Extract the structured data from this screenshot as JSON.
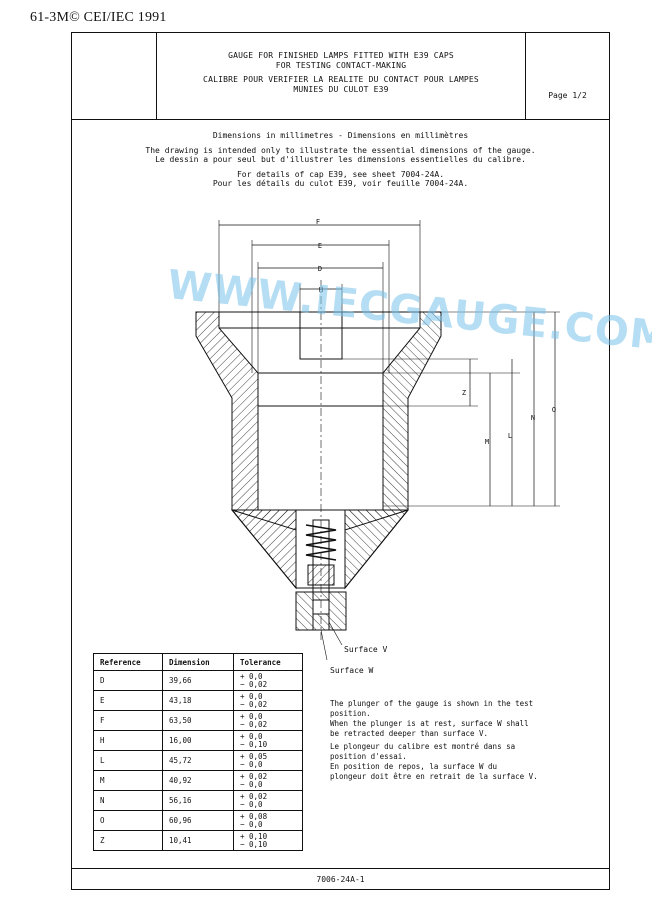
{
  "top_mark": "61-3M© CEI/IEC 1991",
  "header": {
    "title_en_1": "GAUGE FOR FINISHED LAMPS FITTED WITH E39 CAPS",
    "title_en_2": "FOR TESTING CONTACT-MAKING",
    "title_fr_1": "CALIBRE POUR VERIFIER LA REALITE DU CONTACT POUR LAMPES",
    "title_fr_2": "MUNIES DU CULOT E39",
    "page": "Page 1/2"
  },
  "intro": {
    "dimensions": "Dimensions in millimetres - Dimensions en millimètres",
    "drawing_en": "The drawing is intended only to illustrate the essential dimensions of the gauge.",
    "drawing_fr": "Le dessin a pour seul but d'illustrer les dimensions essentielles du calibre.",
    "cap_en": "For details of cap E39, see sheet 7004-24A.",
    "cap_fr": "Pour les détails du culot E39, voir feuille 7004-24A."
  },
  "watermark": "WWW.IECGAUGE.COM",
  "drawing_labels": {
    "F": "F",
    "E": "E",
    "D": "D",
    "H": "H",
    "Z": "Z",
    "M": "M",
    "L": "L",
    "N": "N",
    "O": "O",
    "surface_v": "Surface V",
    "surface_w": "Surface W"
  },
  "table": {
    "headers": [
      "Reference",
      "Dimension",
      "Tolerance"
    ],
    "rows": [
      {
        "ref": "D",
        "dim": "39,66",
        "tol_plus": "+ 0,0",
        "tol_minus": "− 0,02"
      },
      {
        "ref": "E",
        "dim": "43,18",
        "tol_plus": "+ 0,0",
        "tol_minus": "− 0,02"
      },
      {
        "ref": "F",
        "dim": "63,50",
        "tol_plus": "+ 0,0",
        "tol_minus": "− 0,02"
      },
      {
        "ref": "H",
        "dim": "16,00",
        "tol_plus": "+ 0,0",
        "tol_minus": "− 0,10"
      },
      {
        "ref": "L",
        "dim": "45,72",
        "tol_plus": "+ 0,05",
        "tol_minus": "− 0,0"
      },
      {
        "ref": "M",
        "dim": "40,92",
        "tol_plus": "+ 0,02",
        "tol_minus": "− 0,0"
      },
      {
        "ref": "N",
        "dim": "56,16",
        "tol_plus": "+ 0,02",
        "tol_minus": "− 0,0"
      },
      {
        "ref": "O",
        "dim": "60,96",
        "tol_plus": "+ 0,08",
        "tol_minus": "− 0,0"
      },
      {
        "ref": "Z",
        "dim": "10,41",
        "tol_plus": "+ 0,10",
        "tol_minus": "− 0,10"
      }
    ]
  },
  "notes": {
    "en_1": "The plunger of the gauge is shown in the test",
    "en_2": "position.",
    "en_3": "When the plunger is at rest, surface W shall",
    "en_4": "be retracted deeper than surface V.",
    "fr_1": "Le plongeur du calibre est montré dans sa",
    "fr_2": "position d'essai.",
    "fr_3": "En position de repos, la surface W du",
    "fr_4": "plongeur doit être en retrait de la surface V."
  },
  "footer": "7006-24A-1"
}
